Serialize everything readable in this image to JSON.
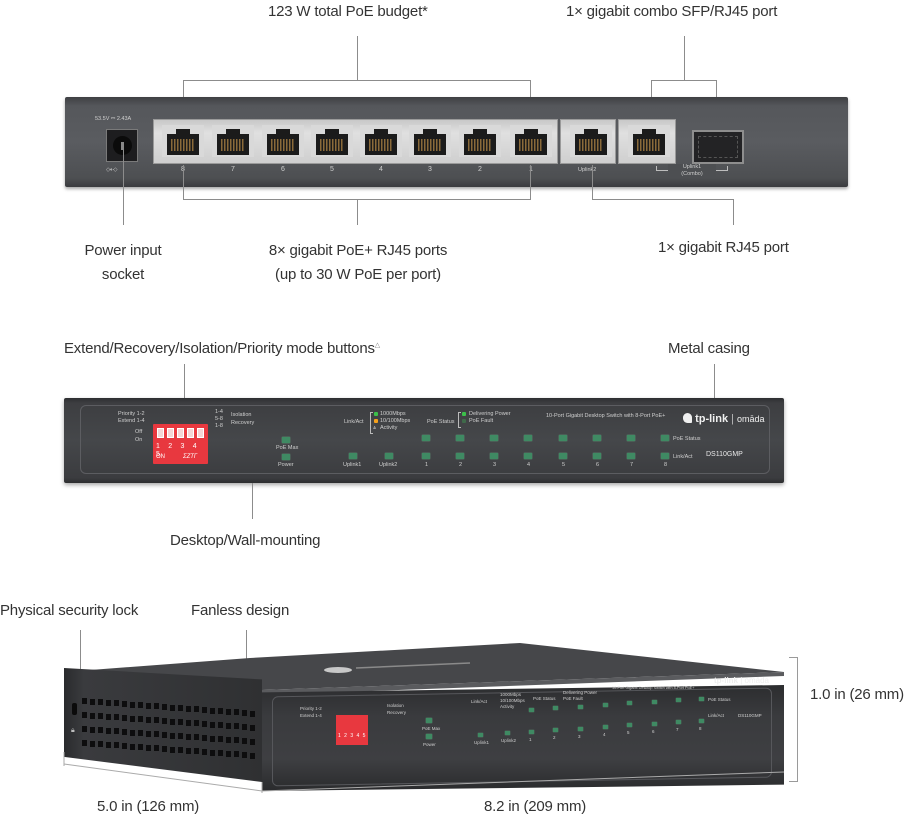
{
  "rear_view": {
    "callouts": {
      "poe_budget": "123 W total PoE budget*",
      "combo_port": "1× gigabit combo SFP/RJ45 port",
      "power_socket_line1": "Power input",
      "power_socket_line2": "socket",
      "poe_ports_line1": "8× gigabit PoE+ RJ45 ports",
      "poe_ports_line2": "(up to 30 W PoE per port)",
      "rj45_port": "1× gigabit RJ45 port"
    },
    "device": {
      "voltage_label": "53.5V ⎓ 2.43A",
      "polarity_symbol": "◇-◐-◇",
      "poe_port_labels": [
        "8",
        "7",
        "6",
        "5",
        "4",
        "3",
        "2",
        "1"
      ],
      "uplink2_label": "Uplink2",
      "uplink1_label_line1": "Uplink1",
      "uplink1_label_line2": "(Combo)"
    }
  },
  "front_view": {
    "callouts": {
      "mode_buttons": "Extend/Recovery/Isolation/Priority mode buttons",
      "mode_buttons_mark": "△",
      "metal_casing": "Metal casing",
      "mounting": "Desktop/Wall-mounting"
    },
    "device": {
      "dip_left_labels": [
        "Priority 1-2",
        "Extend 1-4"
      ],
      "dip_off_label": "Off",
      "dip_on_label": "On",
      "dip_right_labels": [
        "1-4",
        "5-8",
        "1-8"
      ],
      "dip_isolation_label": "Isolation",
      "dip_recovery_label": "Recovery",
      "dip_numbers": "1 2 3 4 5",
      "dip_on_text": "ON",
      "dip_extra_text": "ΣΖΤΓ",
      "poe_max_label": "PoE Max",
      "power_label": "Power",
      "link_act_label": "Link/Act",
      "legend_1000": "1000Mbps",
      "legend_10_100": "10/100Mbps",
      "legend_activity": "Activity",
      "poe_status_label": "PoE Status",
      "legend_delivering": "Delivering Power",
      "legend_fault": "PoE Fault",
      "product_desc": "10-Port Gigabit Desktop Switch with 8-Port PoE+",
      "brand_name": "tp-link",
      "brand_sub": "omāda",
      "port_labels": [
        "Uplink1",
        "Uplink2",
        "1",
        "2",
        "3",
        "4",
        "5",
        "6",
        "7",
        "8"
      ],
      "row_poe_status": "PoE Status",
      "row_link_act": "Link/Act",
      "model": "DS110GMP"
    },
    "colors": {
      "led_green": "#3f8a63",
      "legend_green": "#3cc04a",
      "legend_orange": "#f5a11c",
      "dip_red": "#e8383f"
    }
  },
  "angled_view": {
    "callouts": {
      "security_lock": "Physical security lock",
      "fanless": "Fanless design",
      "height": "1.0 in (26 mm)",
      "depth": "5.0 in (126 mm)",
      "width": "8.2 in (209 mm)"
    }
  }
}
